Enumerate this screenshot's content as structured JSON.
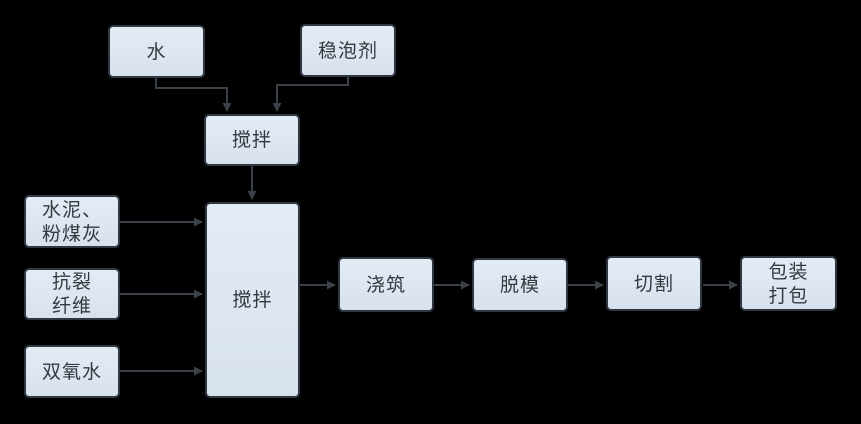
{
  "colors": {
    "background": "#000000",
    "node_fill": "#dde6f1",
    "node_border": "#2f3742",
    "arrow_color": "#3a4148",
    "text_color": "#333a40"
  },
  "nodes": {
    "water": {
      "lines": [
        "水"
      ]
    },
    "foam_stabilizer": {
      "lines": [
        "稳泡剂"
      ]
    },
    "premix": {
      "lines": [
        "搅拌"
      ]
    },
    "cement_flyash": {
      "lines": [
        "水泥、",
        "粉煤灰"
      ]
    },
    "crack_fiber": {
      "lines": [
        "抗裂",
        "纤维"
      ]
    },
    "hydrogen_peroxide": {
      "lines": [
        "双氧水"
      ]
    },
    "main_mix": {
      "lines": [
        "搅拌"
      ]
    },
    "pouring": {
      "lines": [
        "浇筑"
      ]
    },
    "demolding": {
      "lines": [
        "脱模"
      ]
    },
    "cutting": {
      "lines": [
        "切割"
      ]
    },
    "packaging": {
      "lines": [
        "包装",
        "打包"
      ]
    }
  }
}
